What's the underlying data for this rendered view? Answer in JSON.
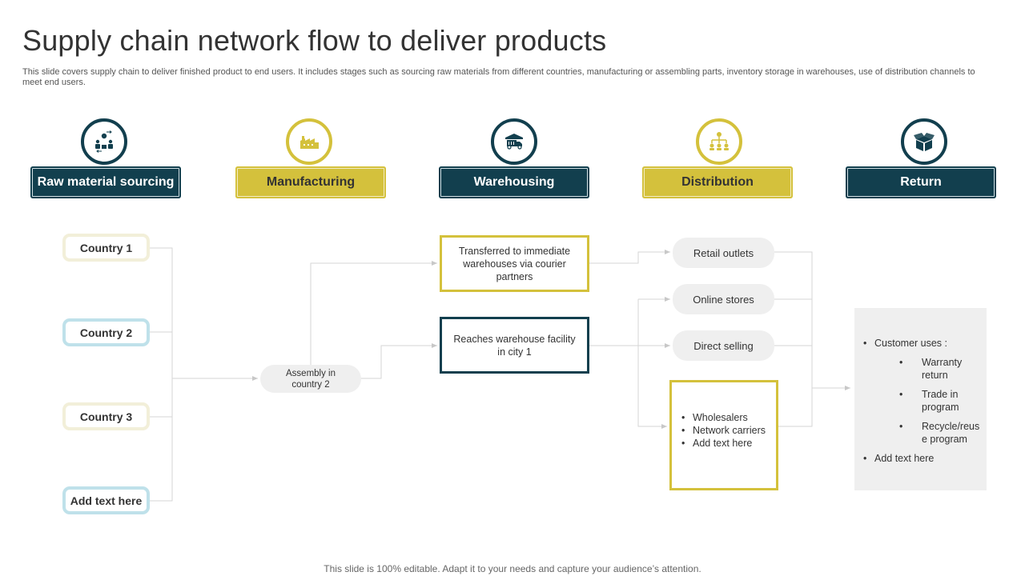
{
  "title": "Supply chain network flow to deliver products",
  "subtitle": "This slide covers supply chain to deliver finished product to end users. It includes stages such as sourcing raw materials from different countries, manufacturing or assembling parts, inventory storage in warehouses, use of distribution channels to meet end users.",
  "stages": [
    {
      "label": "Raw material sourcing",
      "icon": "raw-material-sourcing-icon"
    },
    {
      "label": "Manufacturing",
      "icon": "factory-icon"
    },
    {
      "label": "Warehousing",
      "icon": "delivery-truck-icon"
    },
    {
      "label": "Distribution",
      "icon": "hierarchy-icon"
    },
    {
      "label": "Return",
      "icon": "open-box-icon"
    }
  ],
  "countries": [
    "Country 1",
    "Country 2",
    "Country 3",
    "Add text here"
  ],
  "manufacturing": {
    "assembly": "Assembly in country 2"
  },
  "warehousing": {
    "transfer": "Transferred to immediate warehouses via courier partners",
    "facility": "Reaches warehouse facility in city 1"
  },
  "distribution": {
    "retail": "Retail outlets",
    "online": "Online stores",
    "direct": "Direct selling",
    "wholesale_items": [
      "Wholesalers",
      "Network carriers",
      "Add text here"
    ]
  },
  "return": {
    "heading": "Customer uses :",
    "uses": [
      "Warranty return",
      "Trade in program",
      "Recycle/reuse program"
    ],
    "extra": "Add text here"
  },
  "footer": "This slide is 100% editable. Adapt it to your needs and capture your audience’s attention.",
  "colors": {
    "teal": "#123f4e",
    "gold": "#d4c13c",
    "light_blue": "#bfe1ea",
    "beige": "#f2efd9",
    "grey": "#efefef"
  }
}
